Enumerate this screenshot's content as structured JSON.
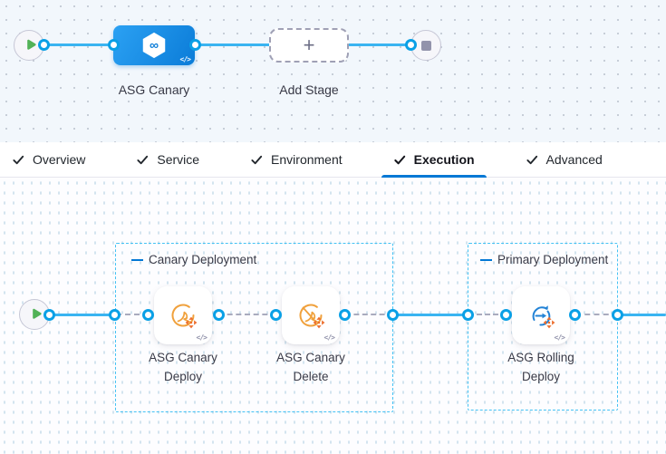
{
  "colors": {
    "accent_blue": "#0278d5",
    "flow_line_blue": "#3ab4f1",
    "port_ring_blue": "#0aa0e6",
    "group_border_blue": "#44c2f4",
    "canary_orange": "#f0a13c",
    "move_arrows_orange": "#ec6e2d",
    "rolling_blue": "#2383d6",
    "play_green": "#52b257",
    "stop_gray": "#9293ab",
    "canvas_top_bg": "#f2f7fc",
    "label_dark": "#383946"
  },
  "stage_graph": {
    "stage_label": "ASG Canary",
    "stage_icon_glyph": "∞",
    "add_stage_label": "Add Stage",
    "add_stage_plus": "+",
    "code_icon_glyph": "</>"
  },
  "tabs": [
    {
      "label": "Overview",
      "checked": true,
      "active": false
    },
    {
      "label": "Service",
      "checked": true,
      "active": false
    },
    {
      "label": "Environment",
      "checked": true,
      "active": false
    },
    {
      "label": "Execution",
      "checked": true,
      "active": true
    },
    {
      "label": "Advanced",
      "checked": true,
      "active": false
    }
  ],
  "execution_graph": {
    "code_icon_glyph": "</>",
    "groups": [
      {
        "title": "Canary Deployment",
        "steps": [
          {
            "name": "ASG Canary Deploy",
            "line1": "ASG Canary",
            "line2": "Deploy",
            "icon": "asg-canary-deploy-icon"
          },
          {
            "name": "ASG Canary Delete",
            "line1": "ASG Canary",
            "line2": "Delete",
            "icon": "asg-canary-delete-icon"
          }
        ]
      },
      {
        "title": "Primary Deployment",
        "steps": [
          {
            "name": "ASG Rolling Deploy",
            "line1": "ASG Rolling",
            "line2": "Deploy",
            "icon": "asg-rolling-deploy-icon"
          }
        ]
      }
    ]
  }
}
